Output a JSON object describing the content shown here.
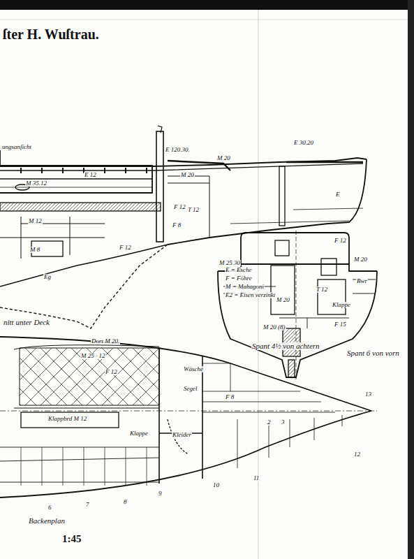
{
  "diagram": {
    "title": "ſter H. Wuſtrau.",
    "labels": [
      "ungsanſicht",
      "E 120.30.",
      "E 30.20",
      "M 20",
      "M 20",
      "M 35.12",
      "E 12",
      "F 12",
      "F 8",
      "F 12",
      "M 12",
      "M 8",
      "T 12",
      "E",
      "Eg",
      "E = Esche",
      "F = Föhre",
      "M = Mahagoni",
      "E2 = Eisen verzinkt",
      "F 12",
      "M 20",
      "M 25 30",
      "M 20",
      "T 12",
      "Bwr",
      "Klappe",
      "F 15",
      "M 20 (8)",
      "Spant 4½ von achtern",
      "Spant 6 von vorn",
      "nitt unter Deck",
      "Dort M 20.",
      "M 25 · 12",
      "F 12",
      "Wäsche",
      "Segel",
      "F 8",
      "Klappbrd M 12",
      "Klappe",
      "Kleider",
      "Backenplan",
      "1:45",
      "13",
      "12",
      "11",
      "10",
      "9",
      "8",
      "7",
      "6",
      "2",
      "3"
    ]
  }
}
